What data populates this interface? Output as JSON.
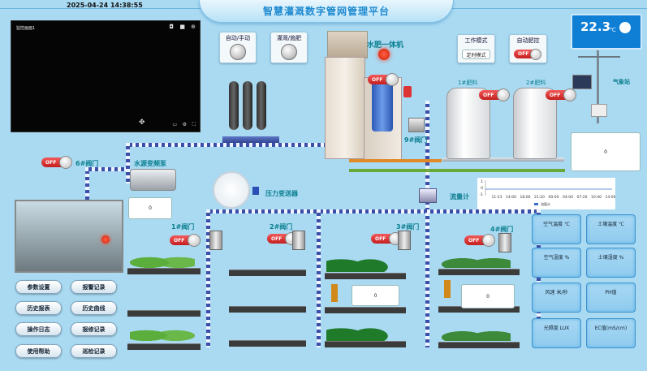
{
  "header": {
    "title": "智慧灌溉数字管网管理平台",
    "datetime": "2025-04-24 14:38:55"
  },
  "video": {
    "title": "监控画面1"
  },
  "controls": {
    "auto_manual": "自动/手动",
    "irrig_fert": "灌溉/施肥",
    "work_mode_label": "工作模式",
    "work_mode_value": "定时模式",
    "auto_fert_label": "自动肥控",
    "off": "OFF"
  },
  "weather": {
    "temperature": "22.3",
    "unit": "℃",
    "station_label": "气象站",
    "value": "0"
  },
  "equipment": {
    "machine": "水肥一体机",
    "fert1": "1#肥料",
    "fert2": "2#肥料",
    "valve9": "9#阀门",
    "valve6": "6#阀门",
    "pump": "水源变频泵",
    "pump_value": "0",
    "pressure": "压力变送器",
    "flowmeter": "流量计",
    "valve1": "1#阀门",
    "valve2": "2#阀门",
    "valve3": "3#阀门",
    "valve4": "4#阀门",
    "field_val1": "0",
    "field_val2": "0"
  },
  "chart_data": {
    "type": "line",
    "x": [
      "11:23",
      "14:00",
      "18:00",
      "21:20",
      "00:00",
      "04:00",
      "07:20",
      "10:40",
      "14:00"
    ],
    "y_ticks": [
      "1",
      "0",
      "-1"
    ],
    "series": [
      {
        "values": [
          0,
          0,
          0,
          0,
          0,
          0,
          0,
          0,
          0
        ]
      }
    ],
    "legend": "流量计"
  },
  "menu": {
    "params": "参数设置",
    "alarm": "报警记录",
    "history_report": "历史报表",
    "history_curve": "历史曲线",
    "op_log": "操作日志",
    "repair": "报修记录",
    "help": "使用帮助",
    "inspection": "巡检记录"
  },
  "sensors": [
    {
      "label": "空气温度 ℃"
    },
    {
      "label": "土壤温度 ℃"
    },
    {
      "label": "空气湿度 %"
    },
    {
      "label": "土壤湿度 %"
    },
    {
      "label": "风速 米/秒"
    },
    {
      "label": "PH值"
    },
    {
      "label": "光照度 LUX"
    },
    {
      "label": "EC值(mS/cm)"
    }
  ],
  "colors": {
    "background": "#a9daf2",
    "title": "#1f8ad0",
    "off_red": "#d32b2b",
    "pipe_blue": "#3b4fa8",
    "pipe_green": "#6aa83a",
    "pipe_orange": "#e08a2a"
  }
}
